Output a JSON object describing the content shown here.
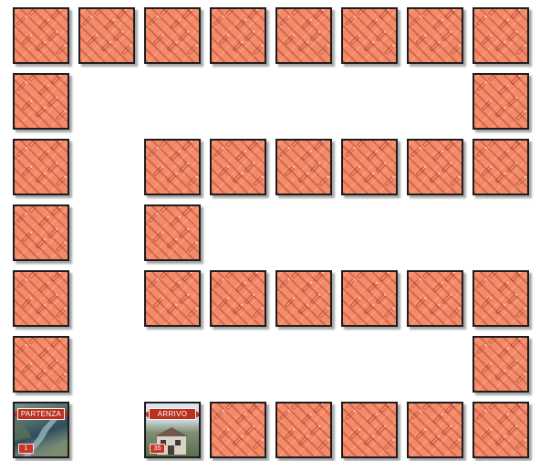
{
  "board": {
    "cells": [
      {
        "id": "t1",
        "kind": "tile"
      },
      {
        "id": "t2",
        "kind": "tile"
      },
      {
        "id": "t3",
        "kind": "tile"
      },
      {
        "id": "t4",
        "kind": "tile"
      },
      {
        "id": "t5",
        "kind": "tile"
      },
      {
        "id": "t6",
        "kind": "tile"
      },
      {
        "id": "t7",
        "kind": "tile"
      },
      {
        "id": "t8",
        "kind": "tile"
      },
      {
        "id": "t9",
        "kind": "tile"
      },
      {
        "id": "t10",
        "kind": "tile"
      },
      {
        "id": "t11",
        "kind": "tile"
      },
      {
        "id": "t12",
        "kind": "tile"
      },
      {
        "id": "t13",
        "kind": "tile"
      },
      {
        "id": "t14",
        "kind": "tile"
      },
      {
        "id": "t15",
        "kind": "tile"
      },
      {
        "id": "t16",
        "kind": "tile"
      },
      {
        "id": "t17",
        "kind": "tile"
      },
      {
        "id": "t18",
        "kind": "tile"
      },
      {
        "id": "t19",
        "kind": "tile"
      },
      {
        "id": "t20",
        "kind": "tile"
      },
      {
        "id": "t21",
        "kind": "tile"
      },
      {
        "id": "t22",
        "kind": "tile"
      },
      {
        "id": "t23",
        "kind": "tile"
      },
      {
        "id": "t24",
        "kind": "tile"
      },
      {
        "id": "t25",
        "kind": "tile"
      },
      {
        "id": "t26",
        "kind": "tile"
      },
      {
        "id": "t27",
        "kind": "tile"
      },
      {
        "id": "t28",
        "kind": "tile"
      },
      {
        "id": "t29",
        "kind": "tile"
      },
      {
        "id": "t30",
        "kind": "tile"
      },
      {
        "id": "t31",
        "kind": "tile"
      },
      {
        "id": "t32",
        "kind": "tile"
      },
      {
        "id": "t33",
        "kind": "tile"
      },
      {
        "id": "t34",
        "kind": "tile"
      },
      {
        "id": "t35",
        "kind": "tile"
      },
      {
        "id": "t36",
        "kind": "tile"
      }
    ],
    "start": {
      "label": "PARTENZA",
      "number": "1"
    },
    "end": {
      "label": "ARRIVO",
      "number": "35"
    },
    "colors": {
      "tile": "#f58a68",
      "border": "#1d1d1d",
      "banner": "#b8301f"
    }
  }
}
